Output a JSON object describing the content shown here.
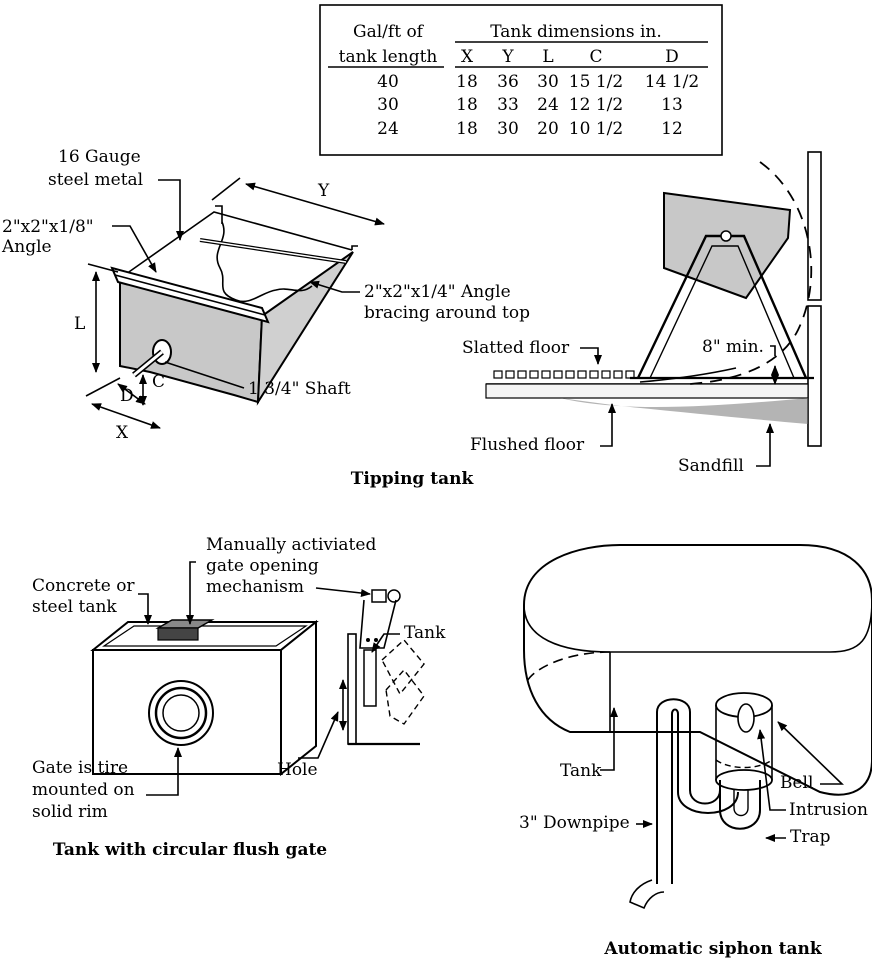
{
  "table": {
    "header_left_1": "Gal/ft of",
    "header_left_2": "tank length",
    "header_group": "Tank dimensions in.",
    "columns": [
      "X",
      "Y",
      "L",
      "C",
      "D"
    ],
    "rows": [
      {
        "gal": "40",
        "X": "18",
        "Y": "36",
        "L": "30",
        "C": "15 1/2",
        "D": "14 1/2"
      },
      {
        "gal": "30",
        "X": "18",
        "Y": "33",
        "L": "24",
        "C": "12 1/2",
        "D": "13"
      },
      {
        "gal": "24",
        "X": "18",
        "Y": "30",
        "L": "20",
        "C": "10 1/2",
        "D": "12"
      }
    ]
  },
  "tipping": {
    "gauge_1": "16 Gauge",
    "gauge_2": "steel metal",
    "angle_1": "2\"x2\"x1/8\"",
    "angle_2": "Angle",
    "bracing_1": "2\"x2\"x1/4\" Angle",
    "bracing_2": "bracing around top",
    "shaft": "1 3/4\" Shaft",
    "dim_y": "Y",
    "dim_l": "L",
    "dim_c": "C",
    "dim_d": "D",
    "dim_x": "X",
    "slatted": "Slatted floor",
    "min": "8\" min.",
    "flushed": "Flushed floor",
    "sandfill": "Sandfill",
    "caption": "Tipping tank"
  },
  "flush_gate": {
    "concrete_1": "Concrete or",
    "concrete_2": "steel tank",
    "manual_1": "Manually activiated",
    "manual_2": "gate opening",
    "manual_3": "mechanism",
    "tank": "Tank",
    "hole": "Hole",
    "gate_1": "Gate is tire",
    "gate_2": "mounted on",
    "gate_3": "solid rim",
    "caption": "Tank with circular flush gate"
  },
  "siphon": {
    "tank": "Tank",
    "bell": "Bell",
    "intrusion": "Intrusion",
    "downpipe": "3\" Downpipe",
    "trap": "Trap",
    "caption": "Automatic siphon tank"
  }
}
